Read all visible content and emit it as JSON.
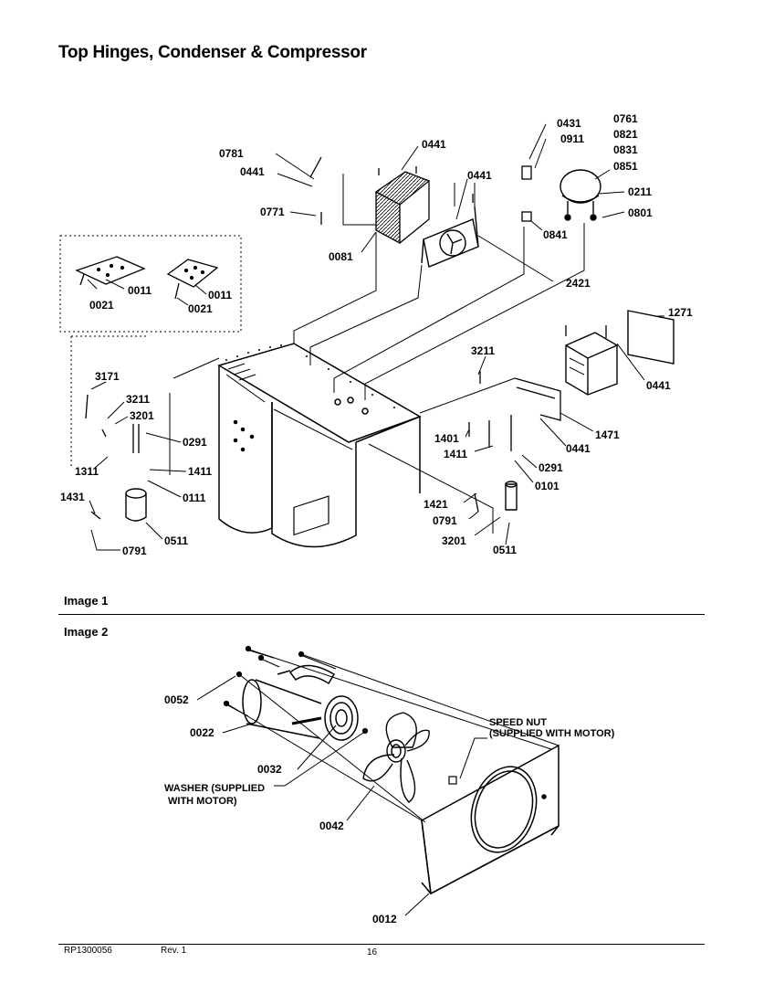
{
  "page": {
    "title": "Top Hinges, Condenser & Compressor",
    "image1_label": "Image 1",
    "image2_label": "Image 2",
    "footer": {
      "doc_number": "RP1300056",
      "revision": "Rev. 1",
      "page_number": "16"
    }
  },
  "image1": {
    "callouts": [
      "0761",
      "0821",
      "0831",
      "0851",
      "0431",
      "0911",
      "0441",
      "0781",
      "0441",
      "0771",
      "0081",
      "0441",
      "0211",
      "0801",
      "0841",
      "2421",
      "0011",
      "0011",
      "0021",
      "0021",
      "1271",
      "3211",
      "0441",
      "3171",
      "3211",
      "3201",
      "0291",
      "1401",
      "1471",
      "1411",
      "0291",
      "0441",
      "1311",
      "1411",
      "0101",
      "1431",
      "0111",
      "1421",
      "0791",
      "0511",
      "0791",
      "3201",
      "0511"
    ]
  },
  "image2": {
    "callouts": [
      "0052",
      "0022",
      "0032",
      "0042",
      "0012"
    ],
    "notes": [
      "SPEED NUT",
      "(SUPPLIED WITH MOTOR)",
      "WASHER (SUPPLIED",
      "WITH MOTOR)"
    ]
  }
}
